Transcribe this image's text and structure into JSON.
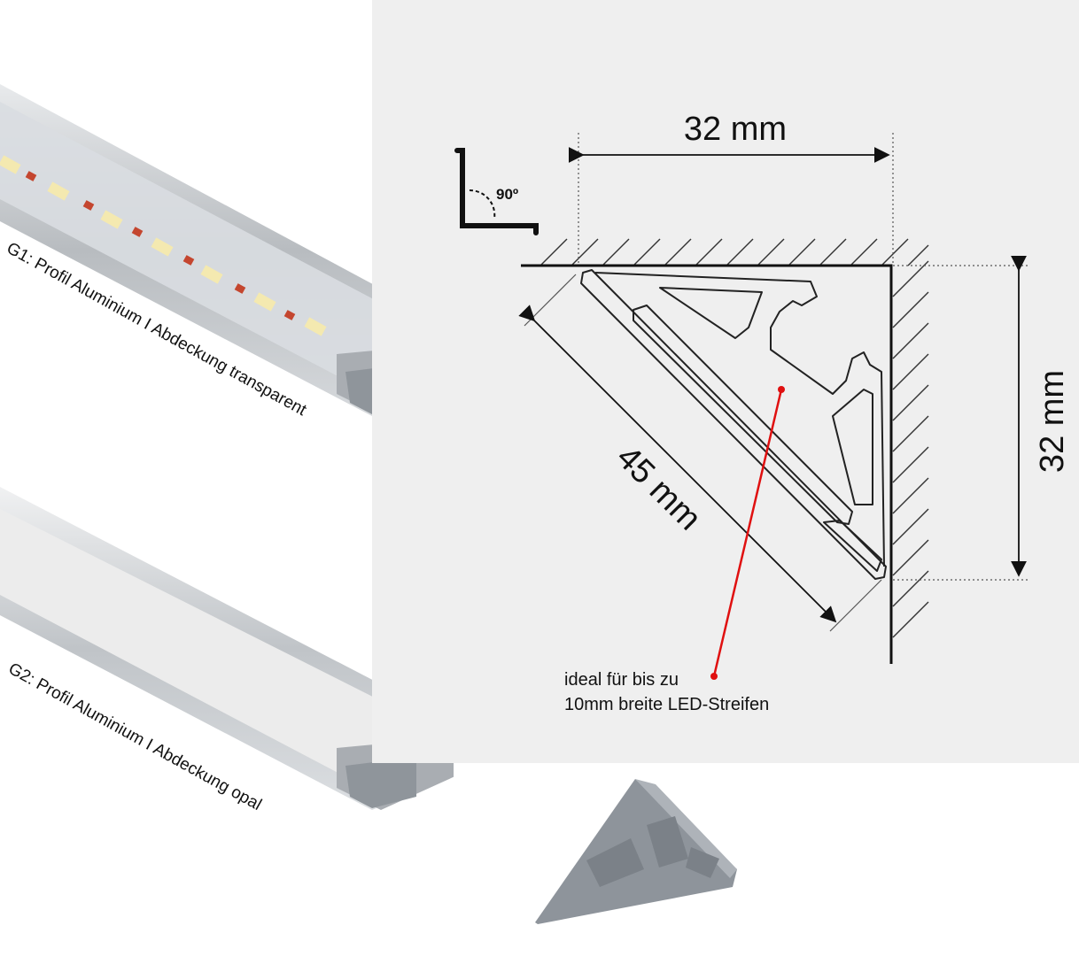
{
  "photos": {
    "g1_label": "G1: Profil Aluminium I Abdeckung transparent",
    "g2_label": "G2: Profil Aluminium I Abdeckung opal"
  },
  "diagram": {
    "angle_label": "90º",
    "top_dimension": "32 mm",
    "side_dimension": "32 mm",
    "diagonal_dimension": "45 mm",
    "annotation_line1": "ideal für bis zu",
    "annotation_line2": "10mm breite LED-Streifen",
    "colors": {
      "background": "#efefef",
      "line": "#111111",
      "leader": "#e01010",
      "aluminium": "#c9ccd0",
      "led_warm": "#f4e9b0",
      "end_cap": "#8e949b"
    }
  }
}
